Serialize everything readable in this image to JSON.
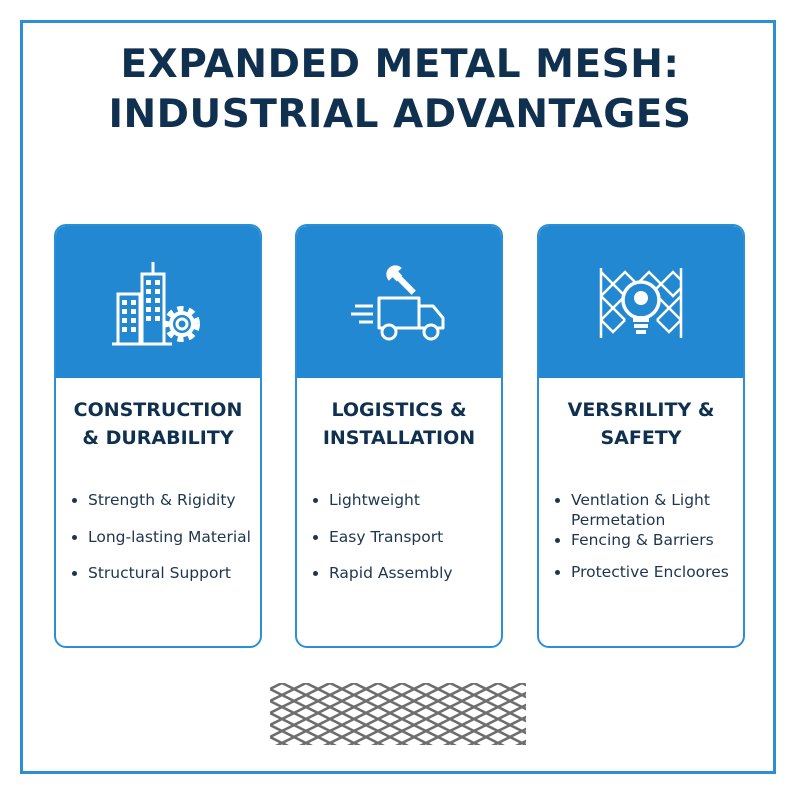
{
  "title": {
    "line1": "EXPANDED METAL MESH:",
    "line2": "INDUSTRIAL ADVANTAGES"
  },
  "cards": [
    {
      "icon": "buildings-gear-icon",
      "title_line1": "CONSTRUCTION",
      "title_line2": "& DURABILITY",
      "bullets": [
        "Strength & Rigidity",
        "Long-lasting Material",
        "Structural Support"
      ]
    },
    {
      "icon": "truck-wrench-icon",
      "title_line1": "LOGISTICS &",
      "title_line2": "INSTALLATION",
      "bullets": [
        "Lightweight",
        "Easy Transport",
        "Rapid Assembly"
      ]
    },
    {
      "icon": "mesh-lightbulb-icon",
      "title_line1": "VERSRILITY &",
      "title_line2": "SAFETY",
      "bullets": [
        "Ventlation & Light Permetation",
        "Fencing & Barriers",
        "Protective Encloores"
      ]
    }
  ],
  "footer_image": "expanded-metal-mesh-swatch",
  "colors": {
    "frame": "#2d8ed1",
    "card_header": "#2388d2",
    "title_text": "#10304f"
  }
}
